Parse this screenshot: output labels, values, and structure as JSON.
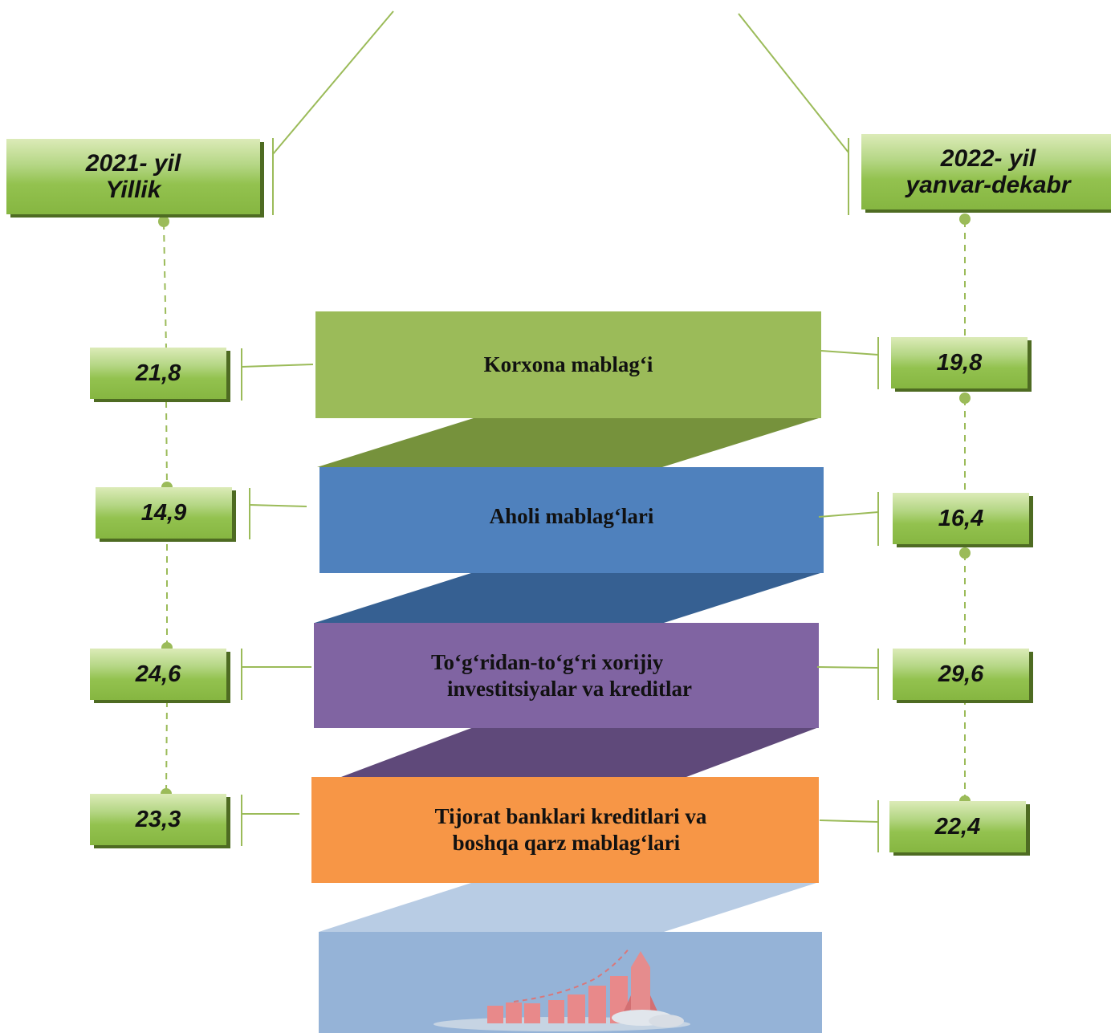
{
  "headers": {
    "left": [
      "2021- yil",
      "Yillik"
    ],
    "right": [
      "2022- yil",
      "yanvar-dekabr"
    ]
  },
  "rows": [
    {
      "label": [
        "Korxona mablag‘i"
      ],
      "value_2021": "21,8",
      "value_2022": "19,8",
      "color": "#9bbb59",
      "fold_color": "#76923c"
    },
    {
      "label": [
        "Aholi mablag‘lari"
      ],
      "value_2021": "14,9",
      "value_2022": "16,4",
      "color": "#4f81bd",
      "fold_color": "#366092"
    },
    {
      "label": [
        "To‘g‘ridan-to‘g‘ri xorijiy",
        "investitsiyalar va kreditlar"
      ],
      "value_2021": "24,6",
      "value_2022": "29,6",
      "color": "#8064a2",
      "fold_color": "#5f497a"
    },
    {
      "label": [
        "Tijorat banklari kreditlari va",
        "boshqa qarz mablag‘lari"
      ],
      "value_2021": "23,3",
      "value_2022": "22,4",
      "color": "#f79646",
      "fold_color": "#b8cce4"
    }
  ],
  "bottom_panel": {
    "color": "#95b3d7",
    "icon": "rocket-growth-chart-icon"
  }
}
